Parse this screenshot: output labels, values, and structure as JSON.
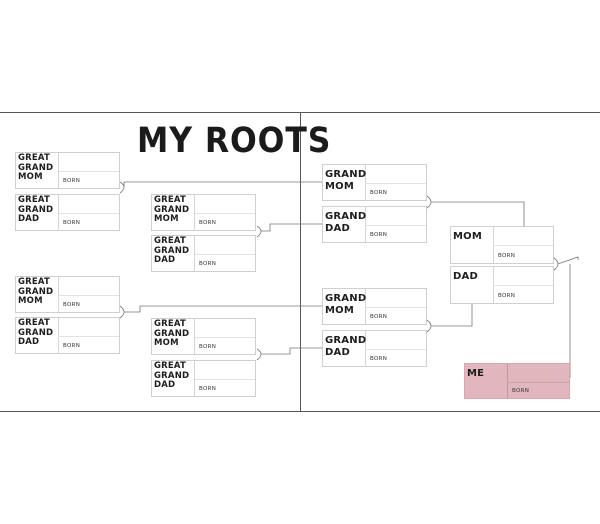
{
  "title": "MY ROOTS",
  "born_label": "BORN",
  "highlight_color": "#e2b6bd",
  "boxes": [
    {
      "id": "gg1",
      "label": "GREAT\nGRAND\nMOM"
    },
    {
      "id": "gg2",
      "label": "GREAT\nGRAND\nDAD"
    },
    {
      "id": "gg3",
      "label": "GREAT\nGRAND\nMOM"
    },
    {
      "id": "gg4",
      "label": "GREAT\nGRAND\nDAD"
    },
    {
      "id": "gg5",
      "label": "GREAT\nGRAND\nMOM"
    },
    {
      "id": "gg6",
      "label": "GREAT\nGRAND\nDAD"
    },
    {
      "id": "gg7",
      "label": "GREAT\nGRAND\nMOM"
    },
    {
      "id": "gg8",
      "label": "GREAT\nGRAND\nDAD"
    },
    {
      "id": "g1",
      "label": "GRAND\nMOM"
    },
    {
      "id": "g2",
      "label": "GRAND\nDAD"
    },
    {
      "id": "g3",
      "label": "GRAND\nMOM"
    },
    {
      "id": "g4",
      "label": "GRAND\nDAD"
    },
    {
      "id": "p1",
      "label": "MOM"
    },
    {
      "id": "p2",
      "label": "DAD"
    },
    {
      "id": "me",
      "label": "ME"
    }
  ]
}
